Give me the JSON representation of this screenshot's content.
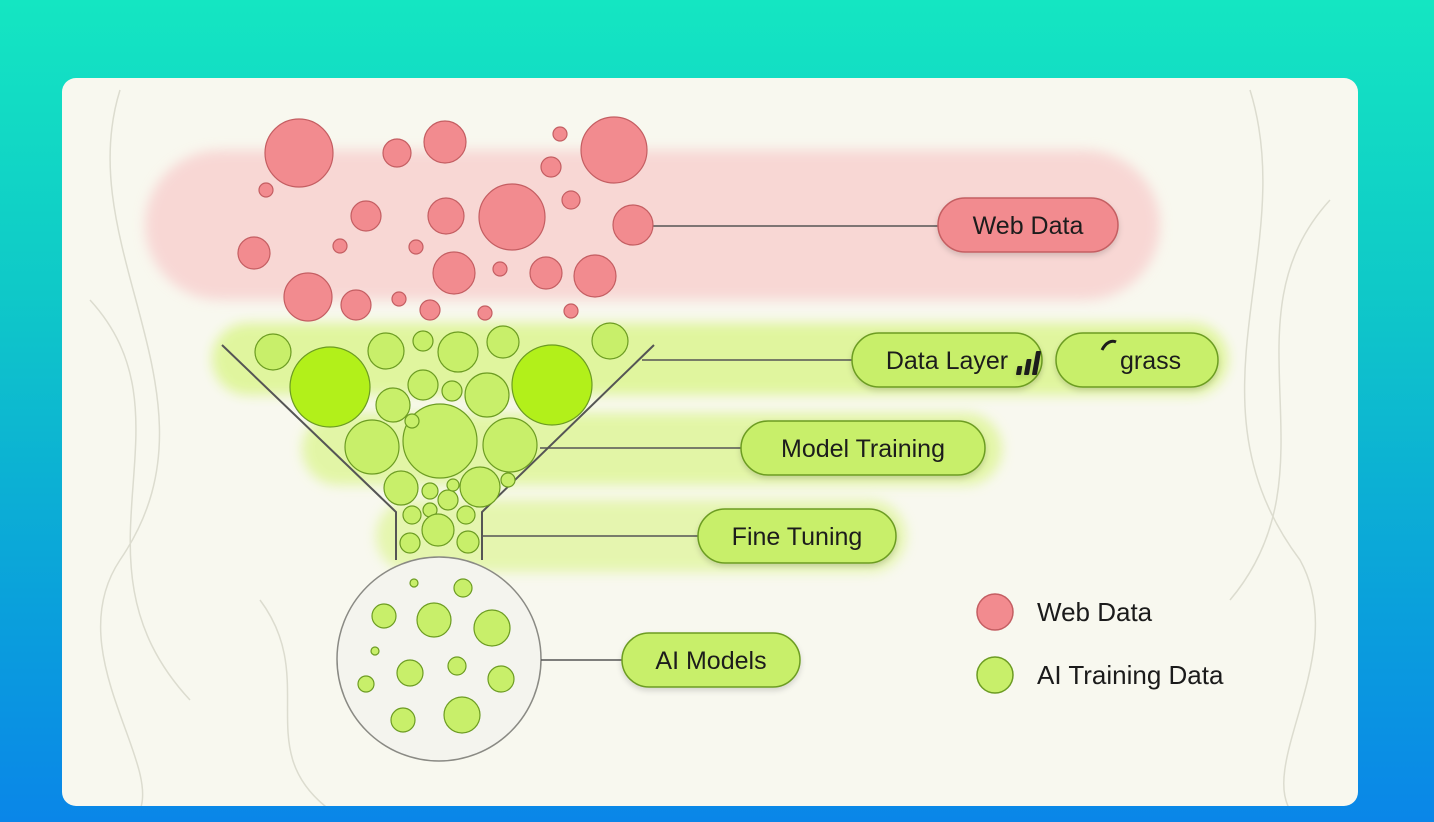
{
  "colors": {
    "web": "#f28b8f",
    "web_stroke": "#c45e62",
    "ai": "#c8ef6a",
    "ai_stroke": "#6c9c22",
    "ai_bright": "#b2f01a",
    "band_web": "#f8d2d0",
    "band_ai": "#dff59a",
    "line": "#555555"
  },
  "layers": [
    {
      "id": "web-data",
      "label": "Web Data"
    },
    {
      "id": "data-layer",
      "label": "Data Layer"
    },
    {
      "id": "model-training",
      "label": "Model Training"
    },
    {
      "id": "fine-tuning",
      "label": "Fine Tuning"
    },
    {
      "id": "ai-models",
      "label": "AI Models"
    }
  ],
  "brand": {
    "name": "grass",
    "icon": "grass-logo-icon"
  },
  "legend": [
    {
      "label": "Web Data",
      "type": "web"
    },
    {
      "label": "AI Training Data",
      "type": "ai"
    }
  ]
}
